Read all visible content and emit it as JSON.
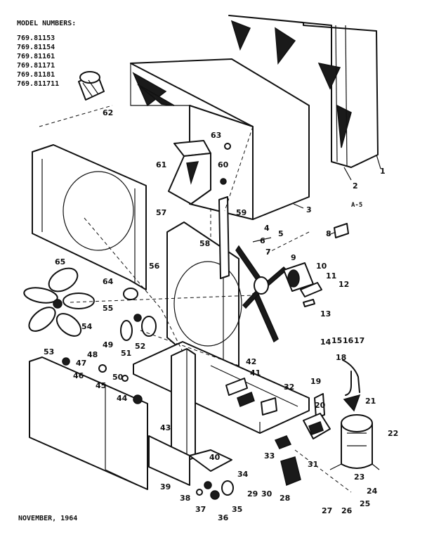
{
  "header": {
    "title": "MODEL NUMBERS:",
    "models": [
      "769.81153",
      "769.81154",
      "769.81161",
      "769.81171",
      "769.81181",
      "769.811711"
    ]
  },
  "footer": {
    "date": "NOVEMBER, 1964"
  },
  "figure_ref": "A-5",
  "callouts": [
    "1",
    "2",
    "3",
    "4",
    "5",
    "6",
    "7",
    "8",
    "9",
    "10",
    "11",
    "12",
    "13",
    "14",
    "15",
    "16",
    "17",
    "18",
    "19",
    "20",
    "21",
    "22",
    "23",
    "24",
    "25",
    "26",
    "27",
    "28",
    "29",
    "30",
    "31",
    "32",
    "33",
    "34",
    "35",
    "36",
    "37",
    "38",
    "39",
    "40",
    "41",
    "42",
    "43",
    "44",
    "45",
    "46",
    "47",
    "48",
    "49",
    "50",
    "51",
    "52",
    "53",
    "54",
    "55",
    "56",
    "57",
    "58",
    "59",
    "60",
    "61",
    "62",
    "63",
    "64",
    "65"
  ]
}
